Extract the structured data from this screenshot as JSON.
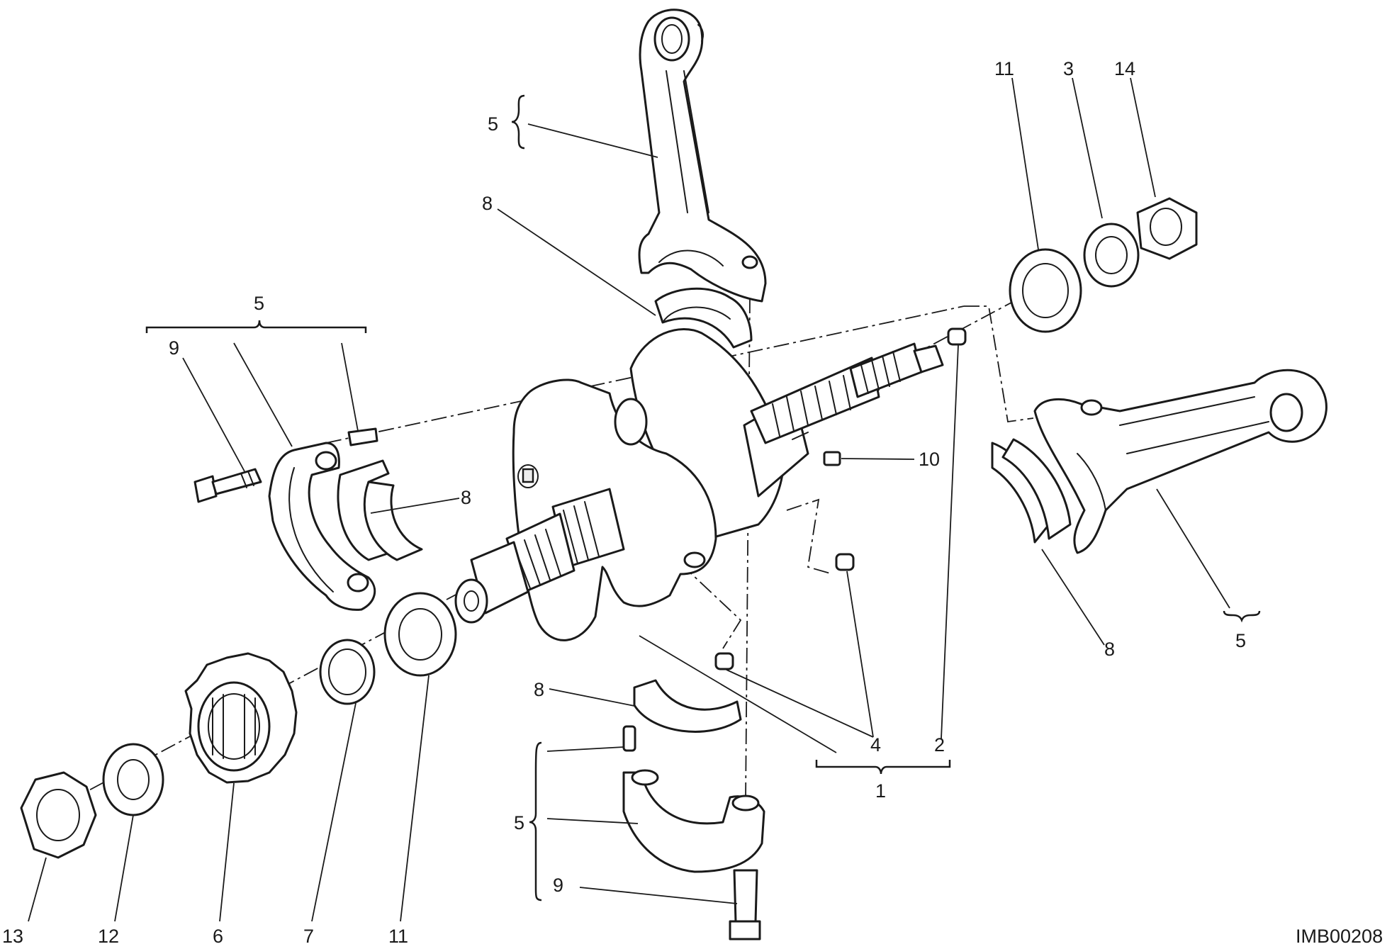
{
  "labels": {
    "conrod_top_group": "5",
    "shell_top": "8",
    "washer_right": "11",
    "bearing_right": "3",
    "nut_right": "14",
    "cap_left_group": "5",
    "bolt_left": "9",
    "shell_left": "8",
    "key": "10",
    "shell_right": "8",
    "conrod_right_group": "5",
    "shell_bottom": "8",
    "plugs": "4",
    "plug_top": "2",
    "crankshaft_group": "1",
    "cap_bottom_group": "5",
    "bolt_bottom": "9",
    "nut_left": "13",
    "lockwasher": "12",
    "gear": "6",
    "spacer": "7",
    "washer_left": "11"
  },
  "drawing_code": "IMB00208"
}
